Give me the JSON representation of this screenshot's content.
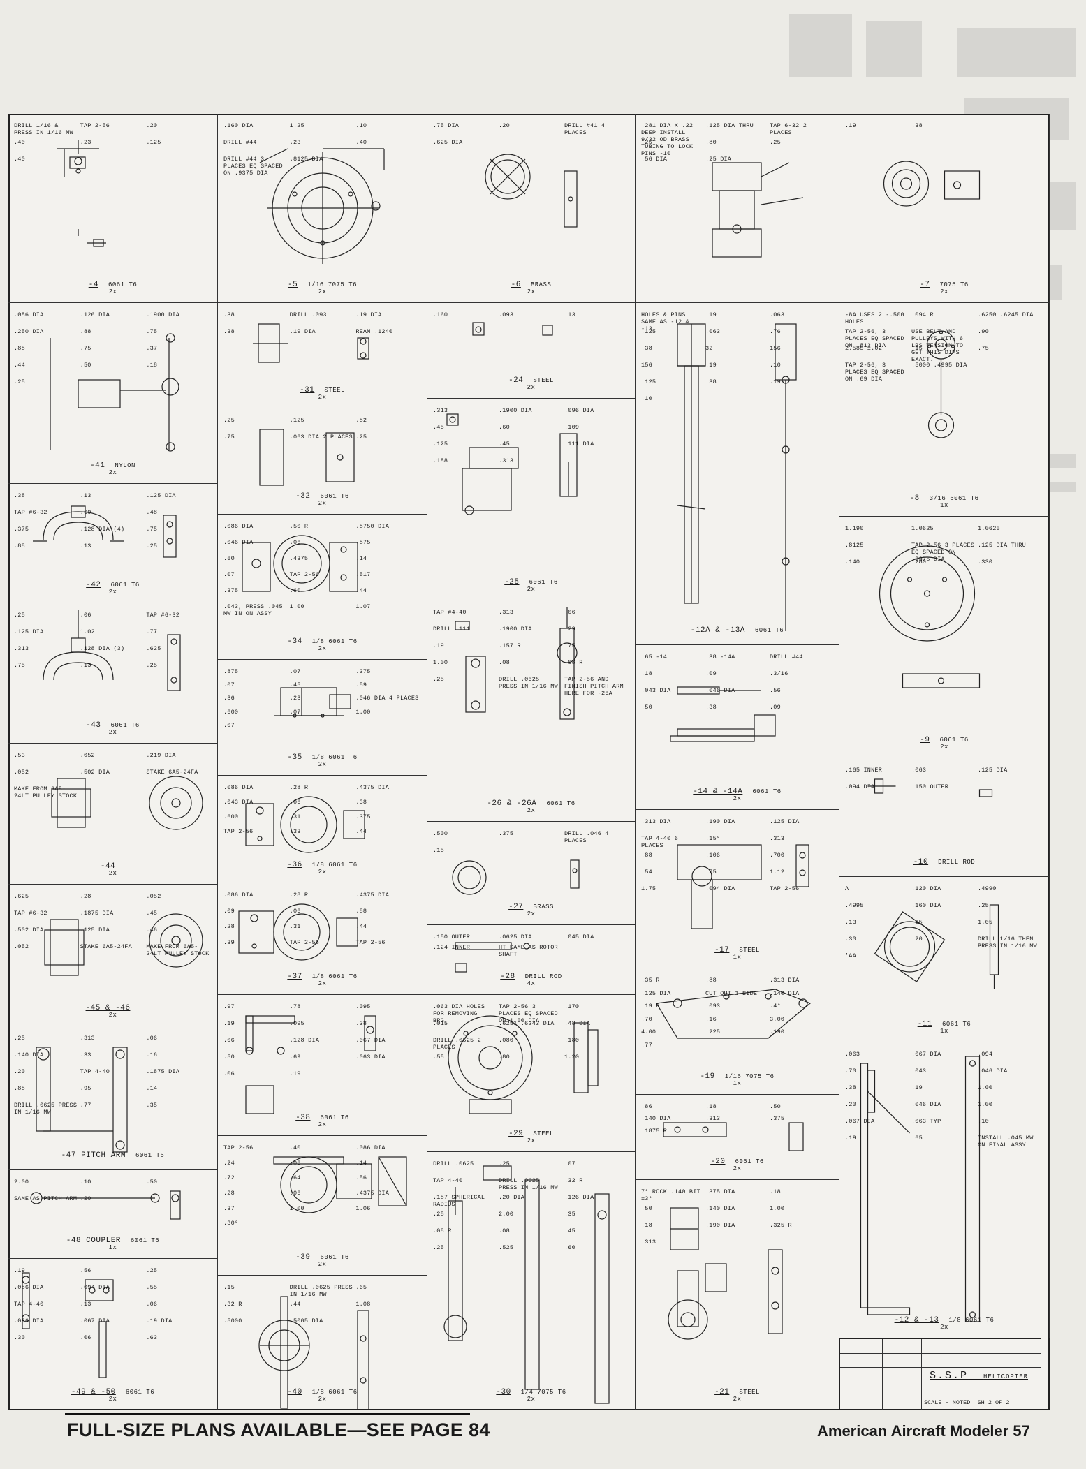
{
  "parts": [
    {
      "id": "p4",
      "number": "-4",
      "name": "6061 T6",
      "scale": "2x",
      "notes": [
        "DRILL 1/16 & PRESS IN 1/16 MW",
        "TAP 2-56",
        ".20",
        ".40",
        ".23",
        ".125",
        ".40"
      ]
    },
    {
      "id": "p5",
      "number": "-5",
      "name": "1/16 7075 T6",
      "scale": "2x",
      "notes": [
        ".160 DIA",
        "1.25",
        ".10",
        "DRILL #44",
        ".23",
        ".40",
        "DRILL #44 3 PLACES EQ SPACED ON .9375 DIA",
        ".8125 DIA"
      ]
    },
    {
      "id": "p6",
      "number": "-6",
      "name": "BRASS",
      "scale": "2x",
      "notes": [
        ".75 DIA",
        ".20",
        "DRILL #41 4 PLACES",
        ".625 DIA"
      ]
    },
    {
      "id": "p12x",
      "number": "",
      "name": "",
      "scale": "",
      "notes": [
        ".281 DIA X .22 DEEP INSTALL 9/32 OD BRASS TUBING TO LOCK PINS -10",
        ".125 DIA THRU",
        "TAP 6-32  2 PLACES",
        ".25",
        ".80",
        ".25",
        ".56 DIA",
        ".25 DIA"
      ]
    },
    {
      "id": "p7",
      "number": "-7",
      "name": "7075 T6",
      "scale": "2x",
      "notes": [
        ".19",
        ".38"
      ]
    },
    {
      "id": "p41",
      "number": "-41",
      "name": "NYLON",
      "scale": "2x",
      "notes": [
        ".086 DIA",
        ".126 DIA",
        ".1900 DIA",
        ".250 DIA",
        ".88",
        ".75",
        ".88",
        ".75",
        ".37",
        ".44",
        ".50",
        ".18",
        ".25"
      ]
    },
    {
      "id": "p31",
      "number": "-31",
      "name": "STEEL",
      "scale": "2x",
      "notes": [
        ".38",
        "DRILL .093",
        ".19 DIA",
        ".38",
        ".19 DIA",
        "REAM .1240"
      ]
    },
    {
      "id": "p24",
      "number": "-24",
      "name": "STEEL",
      "scale": "2x",
      "notes": [
        ".160",
        ".093",
        ".13"
      ]
    },
    {
      "id": "p12a",
      "number": "-12A & -13A",
      "name": "6061 T6",
      "scale": "",
      "notes": [
        "HOLES & PINS SAME AS -12 & -13",
        ".19",
        ".063",
        ".125",
        ".063",
        ".76",
        ".38",
        "32",
        "156",
        "156",
        ".19",
        ".10",
        ".125",
        ".38",
        ".19",
        ".10"
      ]
    },
    {
      "id": "p8",
      "number": "-8",
      "name": "3/16 6061 T6",
      "scale": "1x",
      "notes": [
        "-8A USES 2 -.500 HOLES",
        ".094 R",
        ".6250 .6245 DIA",
        "TAP 2-56, 3 PLACES EQ SPACED ON .813 DIA",
        "USE BELT AND PULLEYS WITH 6 LBS TENSION TO GET THIS DIMS EXACT.",
        ".90",
        "2.585 ±.02",
        ".15",
        ".75",
        "TAP 2-56, 3 PLACES EQ SPACED ON .69 DIA",
        ".5000 .4995 DIA"
      ]
    },
    {
      "id": "p32",
      "number": "-32",
      "name": "6061 T6",
      "scale": "2x",
      "notes": [
        ".25",
        ".125",
        ".82",
        ".75",
        ".063 DIA 2 PLACES",
        ".25"
      ]
    },
    {
      "id": "p42",
      "number": "-42",
      "name": "6061 T6",
      "scale": "2x",
      "notes": [
        ".38",
        ".13",
        ".125 DIA",
        "TAP #6-32",
        ".60",
        ".48",
        ".375",
        ".128 DIA (4)",
        ".75",
        ".88",
        ".13",
        ".25"
      ]
    },
    {
      "id": "p25",
      "number": "-25",
      "name": "6061 T6",
      "scale": "2x",
      "notes": [
        ".313",
        ".1900 DIA",
        ".096 DIA",
        ".45",
        ".60",
        ".109",
        ".125",
        ".45",
        ".111 DIA",
        ".188",
        ".313"
      ]
    },
    {
      "id": "p34",
      "number": "-34",
      "name": "1/8 6061 T6",
      "scale": "2x",
      "notes": [
        ".086 DIA",
        ".50 R",
        ".8750 DIA",
        ".046 DIA",
        ".06",
        ".875",
        ".60",
        ".4375",
        ".14",
        ".07",
        "TAP 2-56",
        ".517",
        ".375",
        ".60",
        ".44",
        ".043, PRESS .045 MW IN ON ASSY",
        "1.00",
        "1.07"
      ]
    },
    {
      "id": "p9",
      "number": "-9",
      "name": "6061 T6",
      "scale": "2x",
      "notes": [
        "1.190",
        "1.0625",
        "1.0620",
        ".8125",
        "TAP 2-56 3 PLACES EQ SPACED ON .9375 DIA",
        ".125 DIA THRU",
        ".140",
        ".280",
        ".330"
      ]
    },
    {
      "id": "p43",
      "number": "-43",
      "name": "6061 T6",
      "scale": "2x",
      "notes": [
        ".25",
        ".06",
        "TAP #6-32",
        ".125 DIA",
        "1.02",
        ".77",
        ".313",
        ".128 DIA (3)",
        ".625",
        ".75",
        ".13",
        ".25"
      ]
    },
    {
      "id": "p35",
      "number": "-35",
      "name": "1/8 6061 T6",
      "scale": "2x",
      "notes": [
        ".875",
        ".07",
        ".375",
        ".07",
        ".45",
        ".59",
        ".36",
        ".23",
        ".046 DIA 4 PLACES",
        ".600",
        ".07",
        "1.00",
        ".07"
      ]
    },
    {
      "id": "p26",
      "number": "-26 & -26A",
      "name": "6061 T6",
      "scale": "2x",
      "notes": [
        "TAP #4-40",
        ".313",
        ".06",
        "DRILL .111",
        ".1900 DIA",
        ".29",
        ".19",
        ".157 R",
        ".75",
        "1.00",
        ".08",
        ".08 R",
        ".25",
        "DRILL .0625 PRESS IN 1/16 MW",
        "TAP 2-56 AND FINISH PITCH ARM HERE FOR -26A"
      ]
    },
    {
      "id": "p14",
      "number": "-14 & -14A",
      "name": "6061 T6",
      "scale": "2x",
      "notes": [
        ".65 -14",
        ".38 -14A",
        "DRILL #44",
        ".18",
        ".09",
        ".3/16",
        ".043 DIA",
        ".046 DIA",
        ".56",
        ".50",
        ".38",
        ".09"
      ]
    },
    {
      "id": "p44",
      "number": "-44",
      "name": "",
      "scale": "2x",
      "notes": [
        ".53",
        ".052",
        ".219 DIA",
        ".052",
        ".502 DIA",
        "STAKE 6A5-24FA",
        "MAKE FROM 6A5-24LT PULLEY STOCK"
      ]
    },
    {
      "id": "p36",
      "number": "-36",
      "name": "1/8 6061 T6",
      "scale": "2x",
      "notes": [
        ".086 DIA",
        ".28 R",
        ".4375 DIA",
        ".043 DIA",
        ".06",
        ".38",
        ".600",
        ".31",
        ".375",
        "TAP 2-56",
        ".33",
        ".44"
      ]
    },
    {
      "id": "p10",
      "number": "-10",
      "name": "DRILL ROD",
      "scale": "",
      "notes": [
        ".165 INNER",
        ".063",
        ".125 DIA",
        ".094 DIA",
        ".150 OUTER"
      ]
    },
    {
      "id": "p27",
      "number": "-27",
      "name": "BRASS",
      "scale": "2x",
      "notes": [
        ".500",
        ".375",
        "DRILL .046 4 PLACES",
        ".15"
      ]
    },
    {
      "id": "p17",
      "number": "-17",
      "name": "STEEL",
      "scale": "1x",
      "notes": [
        ".313 DIA",
        ".190 DIA",
        ".125 DIA",
        "TAP 4-40 6 PLACES",
        ".15°",
        ".313",
        ".88",
        ".106",
        ".700",
        ".54",
        ".75",
        "1.12",
        "1.75",
        ".094 DIA",
        "TAP 2-56"
      ]
    },
    {
      "id": "p45",
      "number": "-45 & -46",
      "name": "",
      "scale": "2x",
      "notes": [
        ".625",
        ".28",
        ".052",
        "TAP #6-32",
        ".1875 DIA",
        ".45",
        ".502 DIA",
        ".125 DIA",
        ".46",
        ".052",
        "STAKE 6A5-24FA",
        "MAKE FROM 6A5-24LT PULLEY STOCK"
      ]
    },
    {
      "id": "p37",
      "number": "-37",
      "name": "1/8 6061 T6",
      "scale": "2x",
      "notes": [
        ".086 DIA",
        ".28 R",
        ".4375 DIA",
        ".09",
        ".06",
        ".88",
        ".28",
        ".31",
        ".44",
        ".39",
        "TAP 2-56",
        "TAP 2-56"
      ]
    },
    {
      "id": "p28",
      "number": "-28",
      "name": "DRILL ROD",
      "scale": "4x",
      "notes": [
        ".150 OUTER",
        ".0625 DIA",
        ".045 DIA",
        ".124 INNER",
        "HT SAME AS ROTOR SHAFT"
      ]
    },
    {
      "id": "p11",
      "number": "-11",
      "name": "6061 T6",
      "scale": "1x",
      "notes": [
        "A",
        ".120 DIA",
        ".4990",
        ".4995",
        ".160 DIA",
        ".25",
        ".13",
        ".05",
        "1.05",
        ".30",
        ".20",
        "DRILL 1/16 THEN PRESS IN 1/16 MW",
        "'AA'"
      ]
    },
    {
      "id": "p47",
      "number": "-47 PITCH ARM",
      "name": "6061 T6",
      "scale": "",
      "notes": [
        ".25",
        ".313",
        ".06",
        ".140 DIA",
        ".33",
        ".16",
        ".20",
        "TAP 4-40",
        ".1875 DIA",
        ".88",
        ".95",
        ".14",
        "DRILL .0625 PRESS IN 1/16 MW",
        ".77",
        ".35"
      ]
    },
    {
      "id": "p38",
      "number": "-38",
      "name": "6061 T6",
      "scale": "2x",
      "notes": [
        ".97",
        ".78",
        ".095",
        ".19",
        ".095",
        ".38",
        ".06",
        ".128 DIA",
        ".067 DIA",
        ".50",
        ".69",
        ".063 DIA",
        ".06",
        ".19"
      ]
    },
    {
      "id": "p29",
      "number": "-29",
      "name": "STEEL",
      "scale": "2x",
      "notes": [
        ".063 DIA HOLES FOR REMOVING BRG.",
        "TAP 2-56 3 PLACES EQ SPACED ON 1.00 DIA",
        ".170",
        ".015",
        ".6251 .6243 DIA",
        ".48 DIA",
        "DRILL .0625 2 PLACES",
        ".080",
        ".180",
        ".55",
        ".80",
        "1.20"
      ]
    },
    {
      "id": "p19",
      "number": "-19",
      "name": "1/16 7075 T6",
      "scale": "1x",
      "notes": [
        ".35 R",
        ".88",
        ".313 DIA",
        ".125 DIA",
        "CUT OUT 1 SIDE",
        ".140 DIA",
        ".19 R",
        ".093",
        ".4°",
        ".70",
        ".16",
        "3.00",
        "4.00",
        ".225",
        ".190",
        ".77"
      ]
    },
    {
      "id": "p48",
      "number": "-48 COUPLER",
      "name": "6061 T6",
      "scale": "1x",
      "notes": [
        "2.00",
        ".10",
        ".50",
        "SAME AS PITCH ARM",
        ".20"
      ]
    },
    {
      "id": "p39",
      "number": "-39",
      "name": "6061 T6",
      "scale": "2x",
      "notes": [
        "TAP 2-56",
        ".40",
        ".086 DIA",
        ".24",
        ".06",
        ".14",
        ".72",
        ".64",
        ".56",
        ".28",
        ".06",
        ".4375 DIA",
        ".37",
        "1.00",
        "1.06",
        ".30°"
      ]
    },
    {
      "id": "p20",
      "number": "-20",
      "name": "6061 T6",
      "scale": "2x",
      "notes": [
        ".86",
        ".18",
        ".50",
        ".140 DIA",
        ".313",
        ".375",
        ".1875 R"
      ]
    },
    {
      "id": "p12",
      "number": "-12 & -13",
      "name": "1/8 6061 T6",
      "scale": "2x",
      "notes": [
        ".063",
        ".067 DIA",
        ".094",
        ".70",
        ".043",
        ".046 DIA",
        ".38",
        ".19",
        "1.00",
        ".20",
        ".046 DIA",
        "1.00",
        ".067 DIA",
        ".063 TYP",
        ".10",
        ".19",
        ".65",
        "INSTALL .045 MW ON FINAL ASSY"
      ]
    },
    {
      "id": "p30",
      "number": "-30",
      "name": "1/4 7075 T6",
      "scale": "2x",
      "notes": [
        "DRILL .0625",
        ".25",
        ".07",
        "TAP 4-40",
        "DRILL .0625 PRESS IN 1/16 MW",
        ".32 R",
        ".187 SPHERICAL RADIUS",
        ".20 DIA",
        ".126 DIA",
        ".25",
        "2.00",
        ".35",
        ".08 R",
        ".08",
        ".45",
        ".25",
        ".525",
        ".60"
      ]
    },
    {
      "id": "p49",
      "number": "-49 & -50",
      "name": "6061 T6",
      "scale": "2x",
      "notes": [
        ".19",
        ".56",
        ".25",
        ".086 DIA",
        ".094 DIA",
        ".55",
        "TAP 4-40",
        ".13",
        ".06",
        ".096 DIA",
        ".067 DIA",
        ".19 DIA",
        ".30",
        ".06",
        ".63"
      ]
    },
    {
      "id": "p40",
      "number": "-40",
      "name": "1/8 6061 T6",
      "scale": "2x",
      "notes": [
        ".15",
        "DRILL .0625 PRESS IN 1/16 MW",
        ".65",
        ".32 R",
        ".44",
        "1.08",
        ".5000",
        ".5005 DIA"
      ]
    },
    {
      "id": "p21",
      "number": "-21",
      "name": "STEEL",
      "scale": "2x",
      "notes": [
        "7° ROCK .140 BIT ±3°",
        ".375 DIA",
        ".18",
        ".50",
        ".140 DIA",
        "1.00",
        ".18",
        ".190 DIA",
        ".325 R",
        ".313"
      ]
    }
  ],
  "title_block": {
    "title": "S.S.P",
    "subtitle": "HELICOPTER",
    "scale_label": "SCALE - NOTED",
    "sheet": "SH 2 OF 2"
  },
  "footer": {
    "left": "FULL-SIZE PLANS AVAILABLE—SEE PAGE 84",
    "right": "American Aircraft Modeler 57"
  }
}
